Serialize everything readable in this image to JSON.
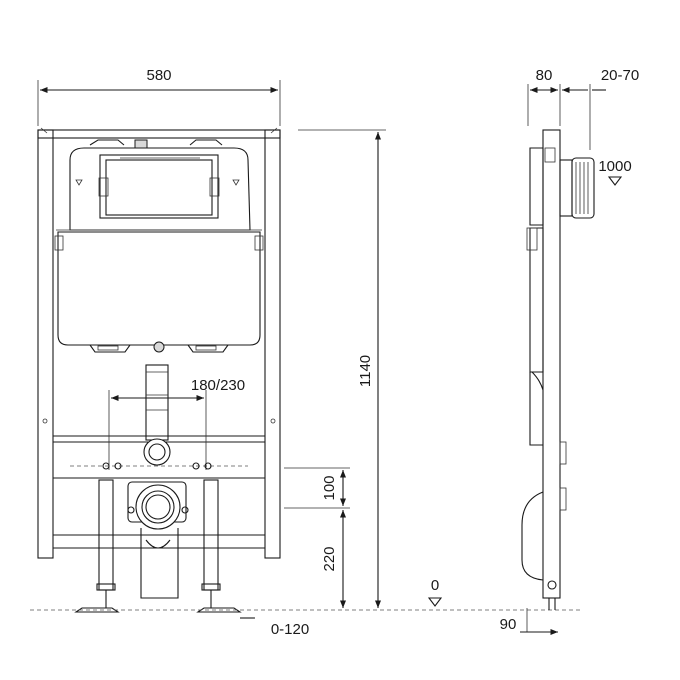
{
  "front_view": {
    "width_label": "580",
    "height_label": "1140",
    "flush_distance_label": "180/230",
    "inlet_offset_label": "100",
    "inlet_height_label": "220",
    "feet_adjust_label": "0-120",
    "floor_label": "0"
  },
  "side_view": {
    "depth_label": "80",
    "wall_adjust_label": "20-70",
    "button_height_label": "1000",
    "foot_depth_label": "90"
  }
}
